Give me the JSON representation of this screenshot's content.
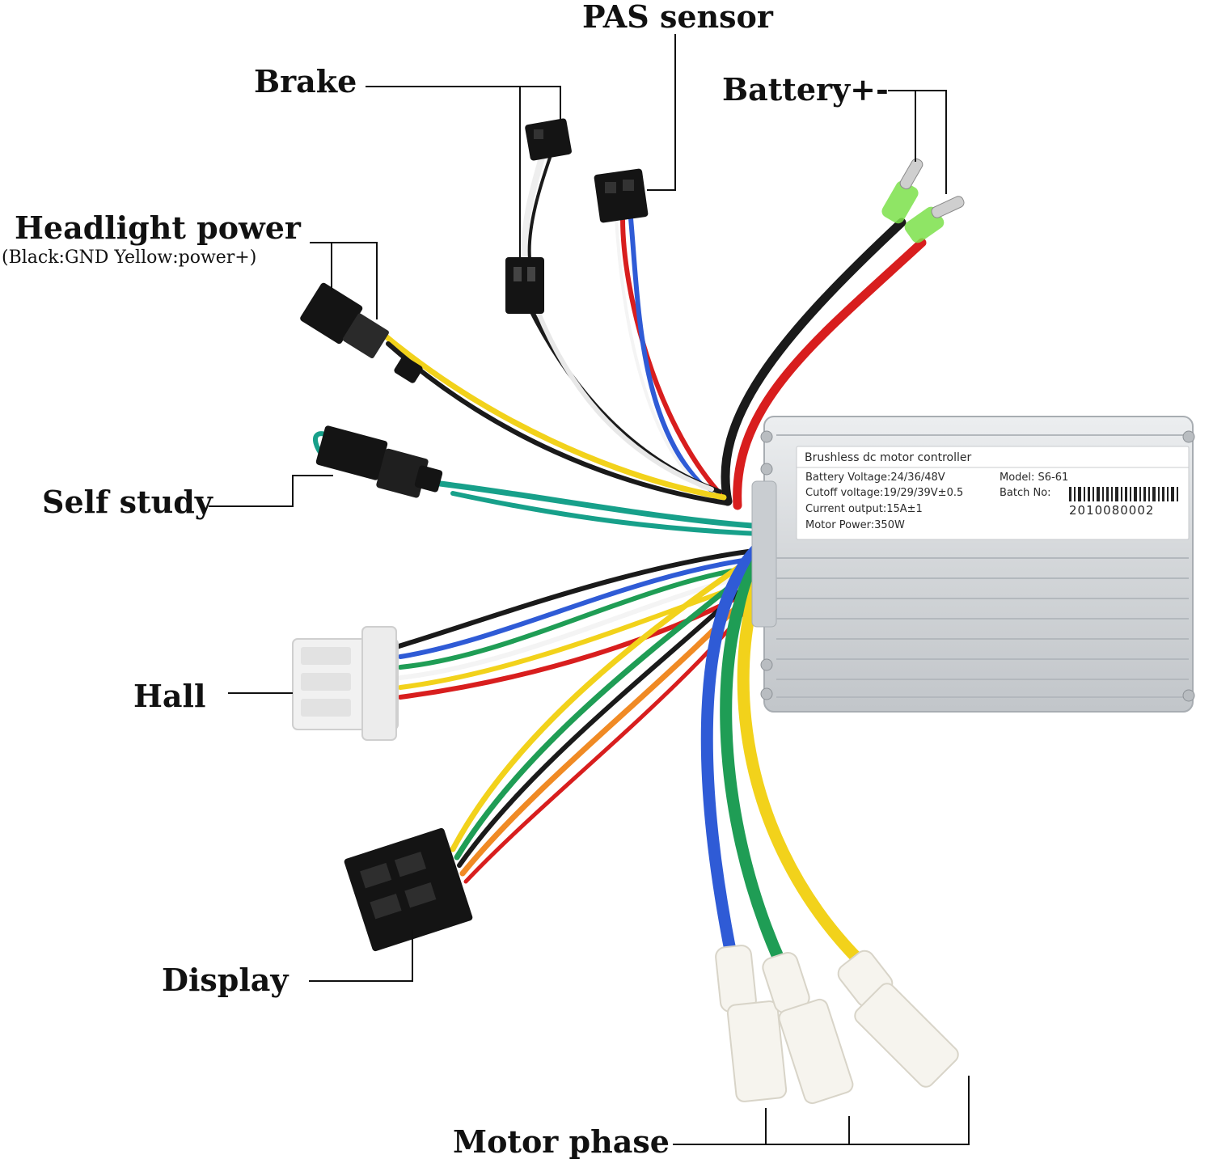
{
  "labels": {
    "pas_sensor": "PAS sensor",
    "brake": "Brake",
    "battery": "Battery+-",
    "headlight": "Headlight power",
    "headlight_note": "(Black:GND Yellow:power+)",
    "self_study": "Self study",
    "hall": "Hall",
    "display": "Display",
    "motor_phase": "Motor phase"
  },
  "controller": {
    "title": "Brushless dc motor controller",
    "battery_voltage": "Battery Voltage:24/36/48V",
    "cutoff_voltage": "Cutoff voltage:19/29/39V±0.5",
    "current_output": "Current output:15A±1",
    "motor_power": "Motor Power:350W",
    "model": "Model:  S6-61",
    "batch_label": "Batch No:",
    "batch_number": "2010080002"
  },
  "colors": {
    "red": "#d81e1e",
    "black": "#1a1a1a",
    "yellow": "#f2d21b",
    "green": "#1f9d55",
    "teal": "#17a08a",
    "blue": "#2f5bd6",
    "white": "#f4f4f4",
    "orange": "#f08a24",
    "housing": "#d9dcdf"
  }
}
